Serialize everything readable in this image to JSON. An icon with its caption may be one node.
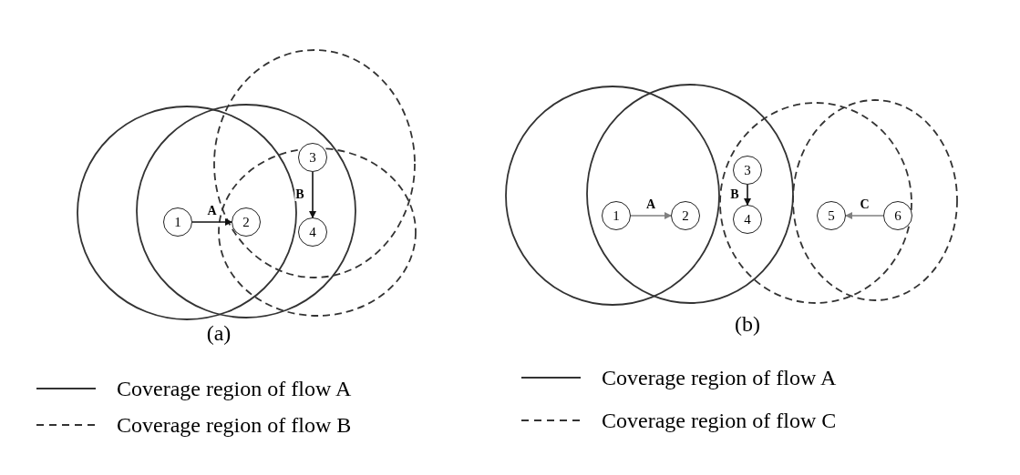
{
  "diagram": {
    "nodes": [
      {
        "text": [
          "1"
        ]
      },
      {
        "text": [
          "2"
        ]
      },
      {
        "text": [
          "3"
        ]
      },
      {
        "text": [
          "4"
        ]
      },
      {
        "text": [
          "1"
        ]
      },
      {
        "text": [
          "2"
        ]
      },
      {
        "text": [
          "3"
        ]
      },
      {
        "text": [
          "4"
        ]
      },
      {
        "text": [
          "5"
        ]
      },
      {
        "text": [
          "6"
        ]
      }
    ],
    "edges": [
      {
        "from": 0,
        "to": 1,
        "arrow": "to",
        "label": "A"
      },
      {
        "from": 2,
        "to": 3,
        "arrow": "to",
        "label": "B"
      },
      {
        "from": 4,
        "to": 5,
        "arrow": "to",
        "label": "A",
        "color": "#808080"
      },
      {
        "from": 6,
        "to": 7,
        "arrow": "to",
        "label": "B"
      },
      {
        "from": 9,
        "to": 8,
        "arrow": "to",
        "label": "C",
        "color": "#808080"
      }
    ],
    "labels": [
      "(a)",
      "(b)"
    ],
    "legend": [
      {
        "text": "Coverage region of flow A"
      },
      {
        "text": "Coverage region of flow B"
      },
      {
        "text": "Coverage region of flow A"
      },
      {
        "text": "Coverage region of flow C"
      }
    ]
  }
}
